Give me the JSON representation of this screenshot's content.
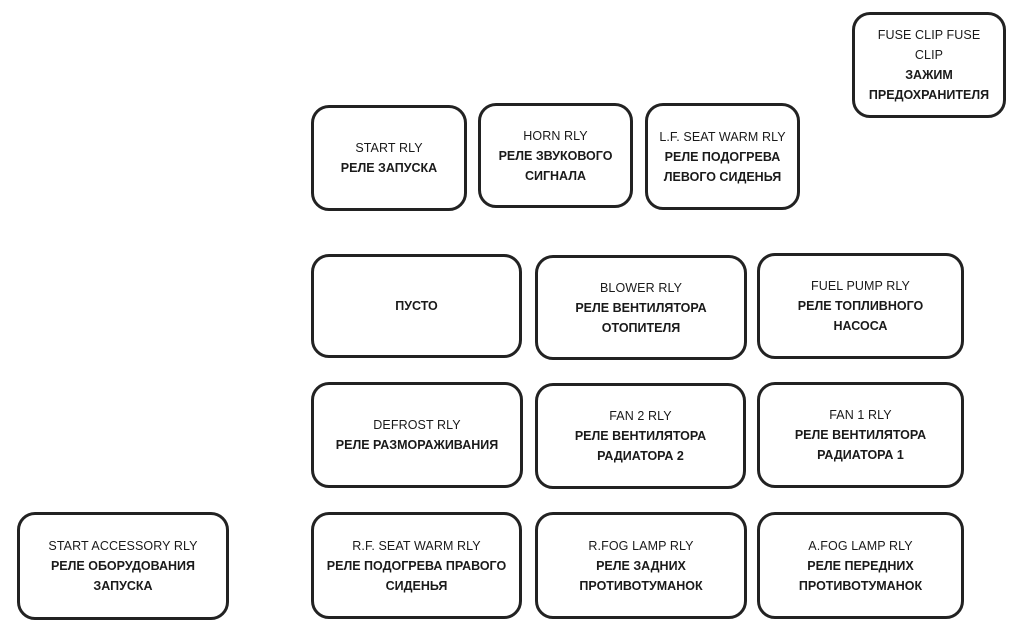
{
  "relays": {
    "fuse_clip": {
      "en": "FUSE CLIP FUSE CLIP",
      "ru": "ЗАЖИМ\nПРЕДОХРАНИТЕЛЯ"
    },
    "start": {
      "en": "START RLY",
      "ru": "РЕЛЕ ЗАПУСКА"
    },
    "horn": {
      "en": "HORN RLY",
      "ru": "РЕЛЕ ЗВУКОВОГО\nСИГНАЛА"
    },
    "lf_seat_warm": {
      "en": "L.F. SEAT WARM RLY",
      "ru": "РЕЛЕ ПОДОГРЕВА\nЛЕВОГО СИДЕНЬЯ"
    },
    "empty": {
      "en": "",
      "ru": "ПУСТО"
    },
    "blower": {
      "en": "BLOWER RLY",
      "ru": "РЕЛЕ ВЕНТИЛЯТОРА\nОТОПИТЕЛЯ"
    },
    "fuel_pump": {
      "en": "FUEL PUMP RLY",
      "ru": "РЕЛЕ ТОПЛИВНОГО\nНАСОСА"
    },
    "defrost": {
      "en": "DEFROST RLY",
      "ru": "РЕЛЕ РАЗМОРАЖИВАНИЯ"
    },
    "fan2": {
      "en": "FAN 2 RLY",
      "ru": "РЕЛЕ ВЕНТИЛЯТОРА\nРАДИАТОРА 2"
    },
    "fan1": {
      "en": "FAN 1 RLY",
      "ru": "РЕЛЕ ВЕНТИЛЯТОРА\nРАДИАТОРА 1"
    },
    "start_accessory": {
      "en": "START ACCESSORY RLY",
      "ru": "РЕЛЕ ОБОРУДОВАНИЯ\nЗАПУСКА"
    },
    "rf_seat_warm": {
      "en": "R.F. SEAT WARM RLY",
      "ru": "РЕЛЕ ПОДОГРЕВА ПРАВОГО\nСИДЕНЬЯ"
    },
    "r_fog_lamp": {
      "en": "R.FOG LAMP RLY",
      "ru": "РЕЛЕ ЗАДНИХ\nПРОТИВОТУМАНОК"
    },
    "a_fog_lamp": {
      "en": "A.FOG LAMP RLY",
      "ru": "РЕЛЕ ПЕРЕДНИХ\nПРОТИВОТУМАНОК"
    }
  },
  "colors": {
    "border": "#222222",
    "background": "#ffffff",
    "text": "#1a1a1a"
  }
}
